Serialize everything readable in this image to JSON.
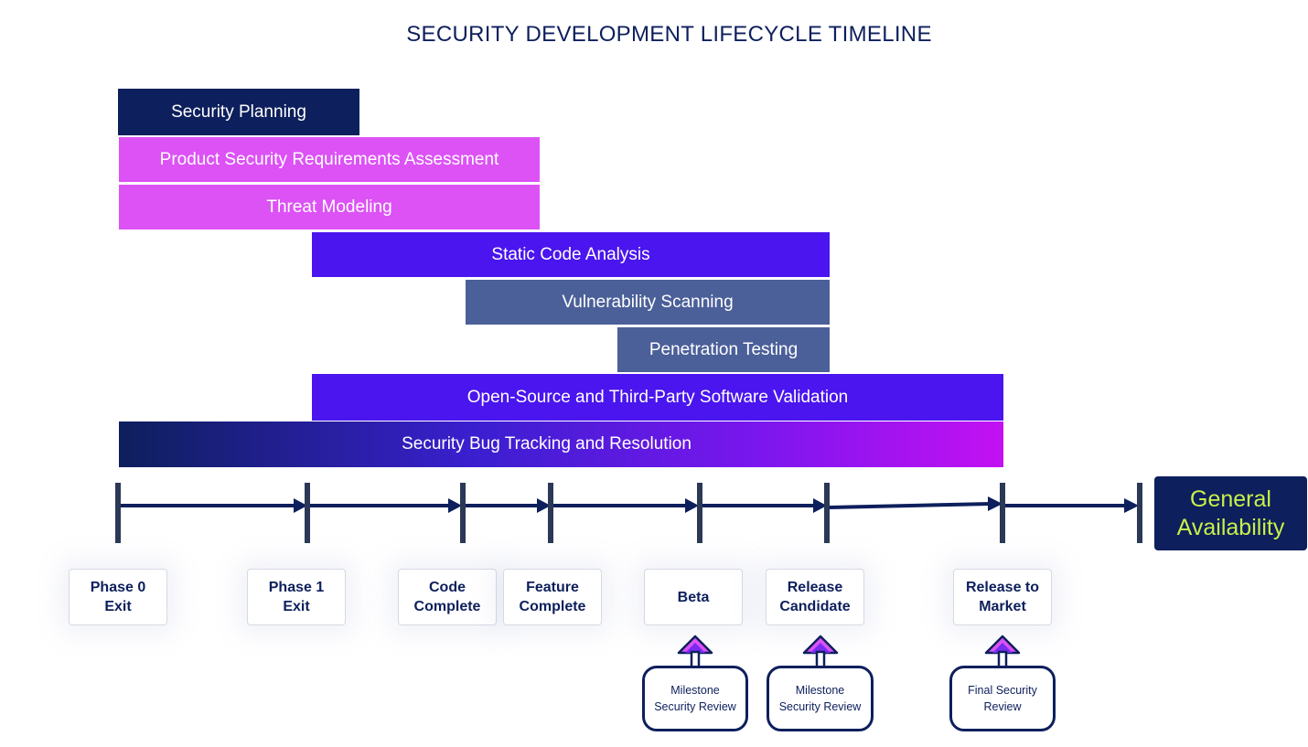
{
  "title": "SECURITY DEVELOPMENT LIFECYCLE TIMELINE",
  "colors": {
    "navy": "#0d1f5c",
    "pink": "#dc52f5",
    "violet": "#4a15ee",
    "slate": "#4b5f99",
    "accent_green": "#c7f04a",
    "gradient_end": "#c311f2"
  },
  "activities": [
    {
      "label": "Security Planning",
      "color": "#0d1f5c",
      "start": "Phase 0 Exit"
    },
    {
      "label": "Product Security Requirements Assessment",
      "color": "#dc52f5",
      "start": "Phase 0 Exit"
    },
    {
      "label": "Threat Modeling",
      "color": "#dc52f5",
      "start": "Phase 0 Exit"
    },
    {
      "label": "Static Code Analysis",
      "color": "#4a15ee",
      "start": "Phase 1 Exit",
      "end": "Release Candidate"
    },
    {
      "label": "Vulnerability Scanning",
      "color": "#4b5f99",
      "end": "Release Candidate"
    },
    {
      "label": "Penetration Testing",
      "color": "#4b5f99",
      "end": "Release Candidate"
    },
    {
      "label": "Open-Source and Third-Party Software Validation",
      "color": "#4a15ee",
      "start": "Phase 1 Exit",
      "end": "Release to Market"
    },
    {
      "label": "Security Bug Tracking and Resolution",
      "color": "gradient",
      "start": "Phase 0 Exit",
      "end": "Release to Market"
    }
  ],
  "milestones": [
    {
      "label": "Phase 0\nExit"
    },
    {
      "label": "Phase 1\nExit"
    },
    {
      "label": "Code\nComplete"
    },
    {
      "label": "Feature\nComplete"
    },
    {
      "label": "Beta"
    },
    {
      "label": "Release\nCandidate"
    },
    {
      "label": "Release to\nMarket"
    }
  ],
  "reviews": [
    {
      "label": "Milestone\nSecurity Review",
      "milestone": "Beta"
    },
    {
      "label": "Milestone\nSecurity Review",
      "milestone": "Release Candidate"
    },
    {
      "label": "Final Security\nReview",
      "milestone": "Release to Market"
    }
  ],
  "end_label": "General\nAvailability"
}
